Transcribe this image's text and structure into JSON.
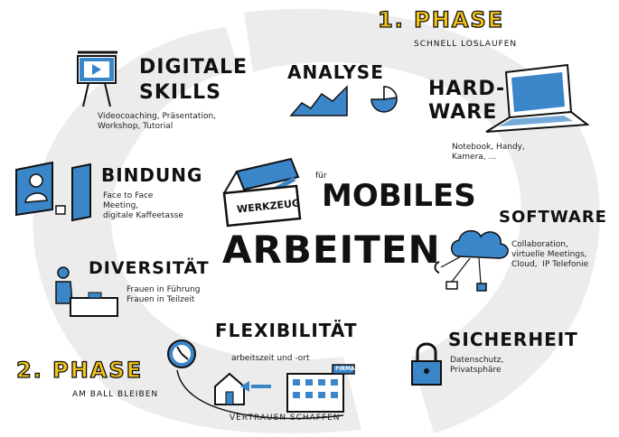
{
  "title": {
    "prefix": "für",
    "line1": "MOBILES",
    "line2": "ARBEITEN",
    "toolbox_label": "WERKZEUG"
  },
  "phases": [
    {
      "label": "1. PHASE",
      "sub": "SCHNELL LOSLAUFEN"
    },
    {
      "label": "2. PHASE",
      "sub": "AM BALL BLEIBEN"
    }
  ],
  "sections": {
    "analyse": {
      "title": "ANALYSE"
    },
    "hardware": {
      "title1": "HARD-",
      "title2": "WARE",
      "desc": "Notebook, Handy,\nKamera, ..."
    },
    "software": {
      "title": "SOFTWARE",
      "desc": "Collaboration,\nvirtuelle Meetings,\nCloud,  IP Telefonie"
    },
    "sicherheit": {
      "title": "SICHERHEIT",
      "desc": "Datenschutz,\nPrivatsphäre"
    },
    "flexibilitaet": {
      "title": "FLEXIBILITÄT",
      "desc": "arbeitszeit und -ort",
      "sub": "VERTRAUEN SCHAFFEN",
      "sign": "FIRMA"
    },
    "diversitaet": {
      "title": "DIVERSITÄT",
      "desc": "Frauen in Führung\nFrauen in Teilzeit"
    },
    "bindung": {
      "title": "BINDUNG",
      "desc": "Face to Face\nMeeting,\ndigitale Kaffeetasse"
    },
    "digitale_skills": {
      "title1": "DIGITALE",
      "title2": "SKILLS",
      "desc": "Videocoaching, Präsentation,\nWorkshop, Tutorial"
    }
  },
  "colors": {
    "accent_blue": "#3a86c8",
    "phase_yellow": "#f5c518",
    "ring_gray": "#ececec",
    "ink": "#111111"
  }
}
